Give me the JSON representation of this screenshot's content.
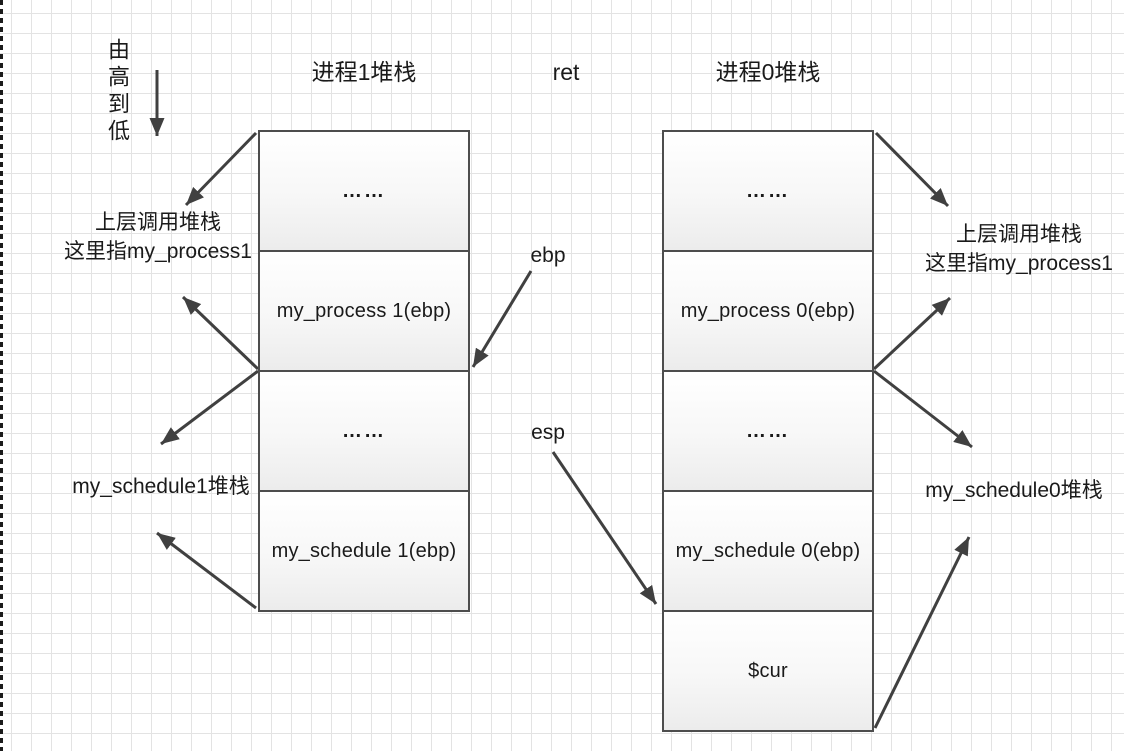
{
  "direction_label": "由高到低",
  "titles": {
    "left_stack": "进程1堆栈",
    "ret": "ret",
    "right_stack": "进程0堆栈"
  },
  "registers": {
    "ebp": "ebp",
    "esp": "esp"
  },
  "stacks": {
    "left": {
      "rows": [
        "……",
        "my_process 1(ebp)",
        "……",
        "my_schedule 1(ebp)"
      ]
    },
    "right": {
      "rows": [
        "……",
        "my_process 0(ebp)",
        "……",
        "my_schedule 0(ebp)",
        "$cur"
      ]
    }
  },
  "annotations": {
    "left_caller": {
      "line1": "上层调用堆栈",
      "line2": "这里指my_process1"
    },
    "left_schedule": "my_schedule1堆栈",
    "right_caller": {
      "line1": "上层调用堆栈",
      "line2": "这里指my_process1"
    },
    "right_schedule": "my_schedule0堆栈"
  },
  "colors": {
    "arrow": "#404040",
    "border": "#4d4d4d",
    "grid": "#e3e3e3"
  }
}
